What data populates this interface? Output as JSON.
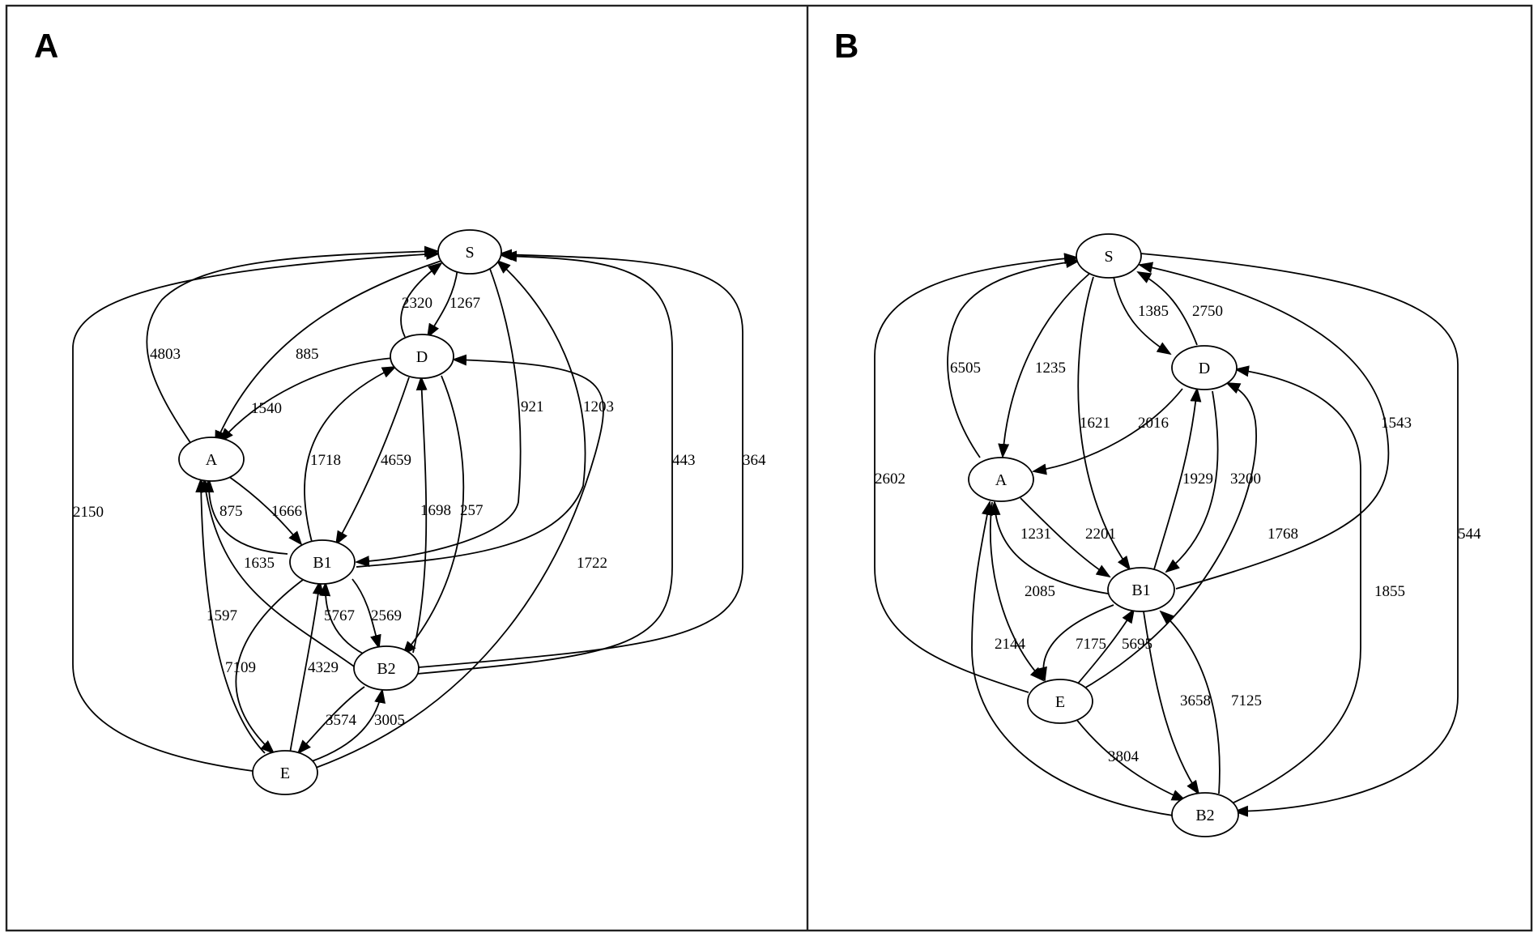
{
  "figure": {
    "panels": [
      {
        "id": "A",
        "letter": "A",
        "nodes": [
          {
            "id": "S",
            "label": "S"
          },
          {
            "id": "D",
            "label": "D"
          },
          {
            "id": "A",
            "label": "A"
          },
          {
            "id": "B1",
            "label": "B1"
          },
          {
            "id": "B2",
            "label": "B2"
          },
          {
            "id": "E",
            "label": "E"
          }
        ],
        "edges": [
          {
            "from": "A",
            "to": "S",
            "label": "4803"
          },
          {
            "from": "S",
            "to": "A",
            "label": "885"
          },
          {
            "from": "D",
            "to": "S",
            "label": "2320"
          },
          {
            "from": "S",
            "to": "D",
            "label": "1267"
          },
          {
            "from": "D",
            "to": "A",
            "label": "1540"
          },
          {
            "from": "S",
            "to": "B1",
            "label": "921"
          },
          {
            "from": "B1",
            "to": "S",
            "label": "1203"
          },
          {
            "from": "B2",
            "to": "S",
            "label": "443"
          },
          {
            "from": "B2",
            "to": "S",
            "label": "364"
          },
          {
            "from": "E",
            "to": "S",
            "label": "2150"
          },
          {
            "from": "B1",
            "to": "D",
            "label": "1718"
          },
          {
            "from": "D",
            "to": "B1",
            "label": "4659"
          },
          {
            "from": "B2",
            "to": "D",
            "label": "1698"
          },
          {
            "from": "D",
            "to": "B2",
            "label": "257"
          },
          {
            "from": "E",
            "to": "D",
            "label": "1722"
          },
          {
            "from": "A",
            "to": "B1",
            "label": "1666"
          },
          {
            "from": "B1",
            "to": "A",
            "label": "875"
          },
          {
            "from": "B2",
            "to": "A",
            "label": "1635"
          },
          {
            "from": "E",
            "to": "A",
            "label": "1597"
          },
          {
            "from": "B1",
            "to": "B2",
            "label": "2569"
          },
          {
            "from": "B2",
            "to": "B1",
            "label": "5767"
          },
          {
            "from": "B1",
            "to": "E",
            "label": "7109"
          },
          {
            "from": "E",
            "to": "B1",
            "label": "4329"
          },
          {
            "from": "B2",
            "to": "E",
            "label": "3574"
          },
          {
            "from": "E",
            "to": "B2",
            "label": "3005"
          }
        ]
      },
      {
        "id": "B",
        "letter": "B",
        "nodes": [
          {
            "id": "S",
            "label": "S"
          },
          {
            "id": "D",
            "label": "D"
          },
          {
            "id": "A",
            "label": "A"
          },
          {
            "id": "B1",
            "label": "B1"
          },
          {
            "id": "E",
            "label": "E"
          },
          {
            "id": "B2",
            "label": "B2"
          }
        ],
        "edges": [
          {
            "from": "A",
            "to": "S",
            "label": "6505"
          },
          {
            "from": "S",
            "to": "A",
            "label": "1235"
          },
          {
            "from": "S",
            "to": "B1",
            "label": "1621"
          },
          {
            "from": "S",
            "to": "D",
            "label": "1385"
          },
          {
            "from": "D",
            "to": "S",
            "label": "2750"
          },
          {
            "from": "B1",
            "to": "S",
            "label": "1543"
          },
          {
            "from": "E",
            "to": "S",
            "label": "2602"
          },
          {
            "from": "S",
            "to": "B2",
            "label": "544"
          },
          {
            "from": "D",
            "to": "A",
            "label": "2016"
          },
          {
            "from": "B1",
            "to": "D",
            "label": "1929"
          },
          {
            "from": "D",
            "to": "B1",
            "label": "3200"
          },
          {
            "from": "E",
            "to": "D",
            "label": "1768"
          },
          {
            "from": "B2",
            "to": "D",
            "label": "1855"
          },
          {
            "from": "A",
            "to": "B1",
            "label": "2201"
          },
          {
            "from": "B1",
            "to": "A",
            "label": "1231"
          },
          {
            "from": "A",
            "to": "E",
            "label": "2085"
          },
          {
            "from": "B2",
            "to": "A",
            "label": "2144"
          },
          {
            "from": "B1",
            "to": "E",
            "label": "7175"
          },
          {
            "from": "E",
            "to": "B1",
            "label": "5695"
          },
          {
            "from": "B1",
            "to": "B2",
            "label": "3658"
          },
          {
            "from": "B2",
            "to": "B1",
            "label": "7125"
          },
          {
            "from": "E",
            "to": "B2",
            "label": "3804"
          }
        ]
      }
    ]
  }
}
